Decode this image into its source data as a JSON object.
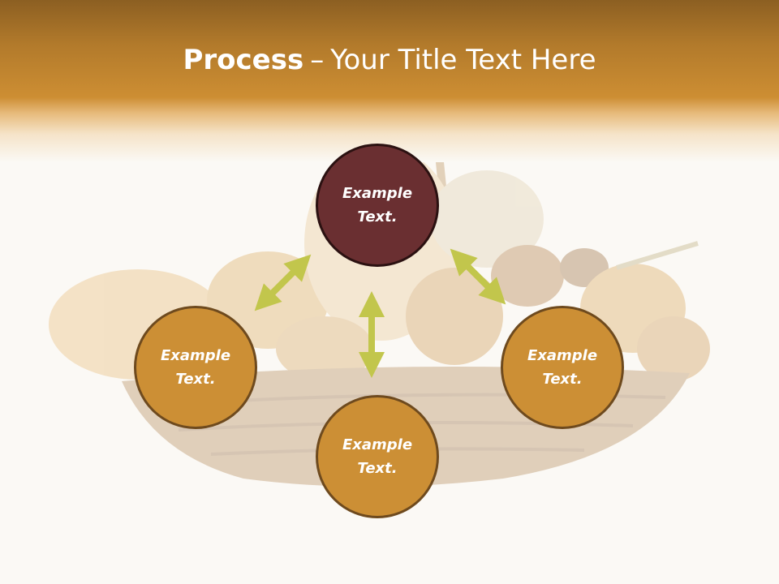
{
  "slide": {
    "title_bold": "Process",
    "title_dash": "–",
    "title_rest": "Your Title Text Here",
    "nodes": [
      {
        "id": "top",
        "label": "Example Text."
      },
      {
        "id": "left",
        "label": "Example Text."
      },
      {
        "id": "right",
        "label": "Example Text."
      },
      {
        "id": "bottom",
        "label": "Example Text."
      }
    ]
  },
  "colors": {
    "header": "#c98a32",
    "circle_fill": "#cc8f35",
    "circle_top_fill": "#6a2f31",
    "arrow": "#c2c64c"
  },
  "icons": {
    "background": "bread-basket-image",
    "connectors": "double-arrow-icon"
  }
}
